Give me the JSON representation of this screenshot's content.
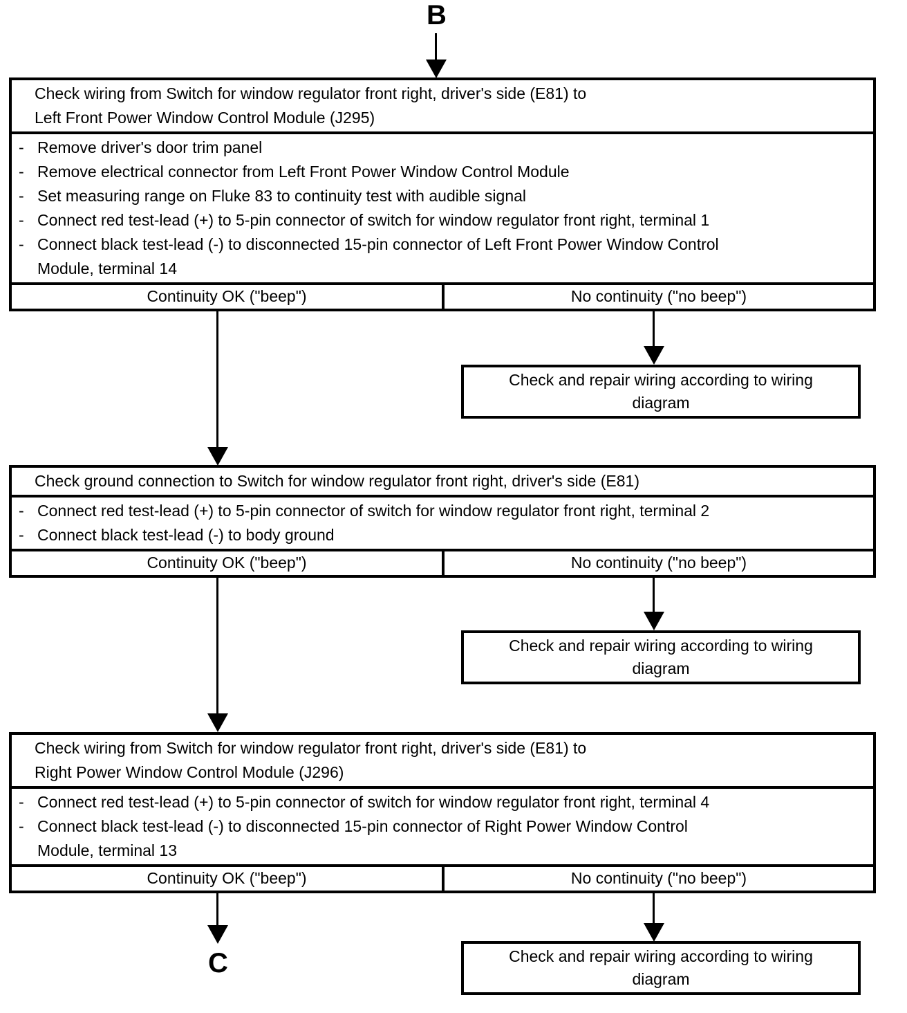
{
  "connectors": {
    "top": "B",
    "bottom": "C"
  },
  "repair_note": "Check and repair wiring according to wiring diagram",
  "sections": [
    {
      "title": "Check wiring from Switch for window regulator front right, driver's side (E81) to\nLeft Front Power Window Control Module (J295)",
      "steps": [
        "Remove driver's door trim panel",
        "Remove electrical connector from Left Front Power Window Control Module",
        "Set measuring range on Fluke 83 to continuity test with audible signal",
        "Connect red test-lead (+) to 5-pin connector of switch for window regulator front right, terminal 1",
        "Connect black test-lead (-) to disconnected 15-pin connector of Left Front Power Window Control\nModule, terminal 14"
      ],
      "result_ok": "Continuity OK (\"beep\")",
      "result_fail": "No continuity (\"no beep\")"
    },
    {
      "title": "Check ground connection to Switch for window regulator front right, driver's side (E81)",
      "steps": [
        "Connect red test-lead (+) to 5-pin connector of switch for window regulator front right, terminal 2",
        "Connect black test-lead (-) to body ground"
      ],
      "result_ok": "Continuity OK (\"beep\")",
      "result_fail": "No continuity (\"no beep\")"
    },
    {
      "title": "Check wiring from Switch for window regulator front right, driver's side (E81) to\nRight Power Window Control Module (J296)",
      "steps": [
        "Connect red test-lead (+) to 5-pin connector of switch for window regulator front right, terminal 4",
        "Connect black test-lead (-) to disconnected 15-pin connector of Right Power Window Control\nModule, terminal 13"
      ],
      "result_ok": "Continuity OK (\"beep\")",
      "result_fail": "No continuity (\"no beep\")"
    }
  ]
}
